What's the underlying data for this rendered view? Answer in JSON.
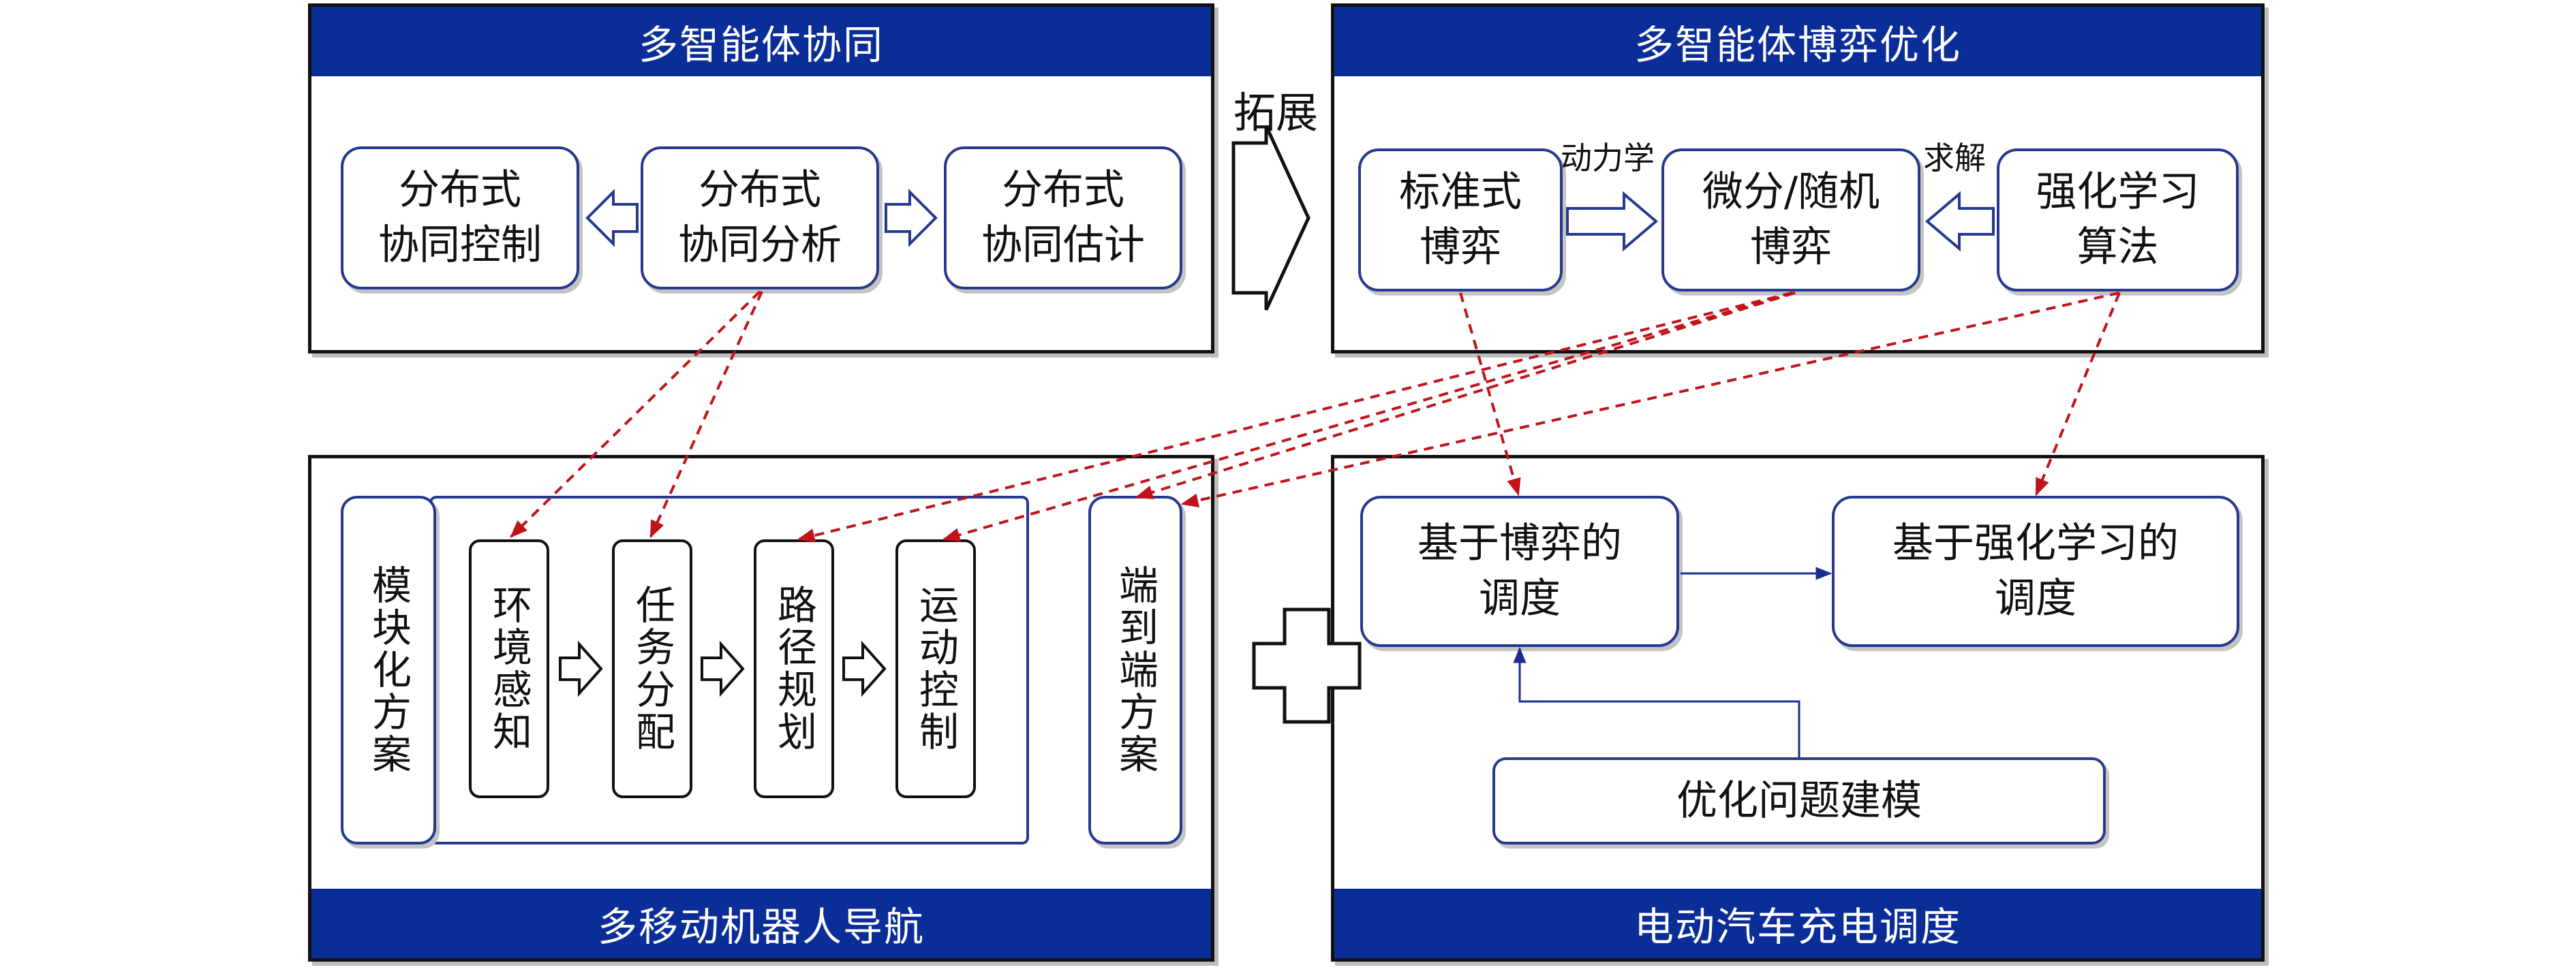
{
  "panels": {
    "multi_agent_coop": {
      "title": "多智能体协同",
      "boxes": {
        "control": "分布式\n协同控制",
        "analysis": "分布式\n协同分析",
        "estimation": "分布式\n协同估计"
      }
    },
    "game_optimization": {
      "title": "多智能体博弈优化",
      "boxes": {
        "standard_game": "标准式\n博弈",
        "diff_game": "微分/随机\n博弈",
        "rl": "强化学习\n算法"
      },
      "arrow_labels": {
        "dynamics": "动力学",
        "solve": "求解"
      }
    },
    "robot_navigation": {
      "title": "多移动机器人导航",
      "modular": "模块化方案",
      "steps": [
        "环境感知",
        "任务分配",
        "路径规划",
        "运动控制"
      ],
      "end_to_end": "端到端方案"
    },
    "ev_charging": {
      "title": "电动汽车充电调度",
      "boxes": {
        "game_sched": "基于博弈的\n调度",
        "rl_sched": "基于强化学习的\n调度",
        "modeling": "优化问题建模"
      }
    }
  },
  "connectors": {
    "extend_label": "拓展"
  },
  "colors": {
    "title_bar": "#0b2d97",
    "box_border": "#25398f",
    "dashed_arrow": "#c0141b",
    "solid_arrow": "#1a2d8f"
  }
}
